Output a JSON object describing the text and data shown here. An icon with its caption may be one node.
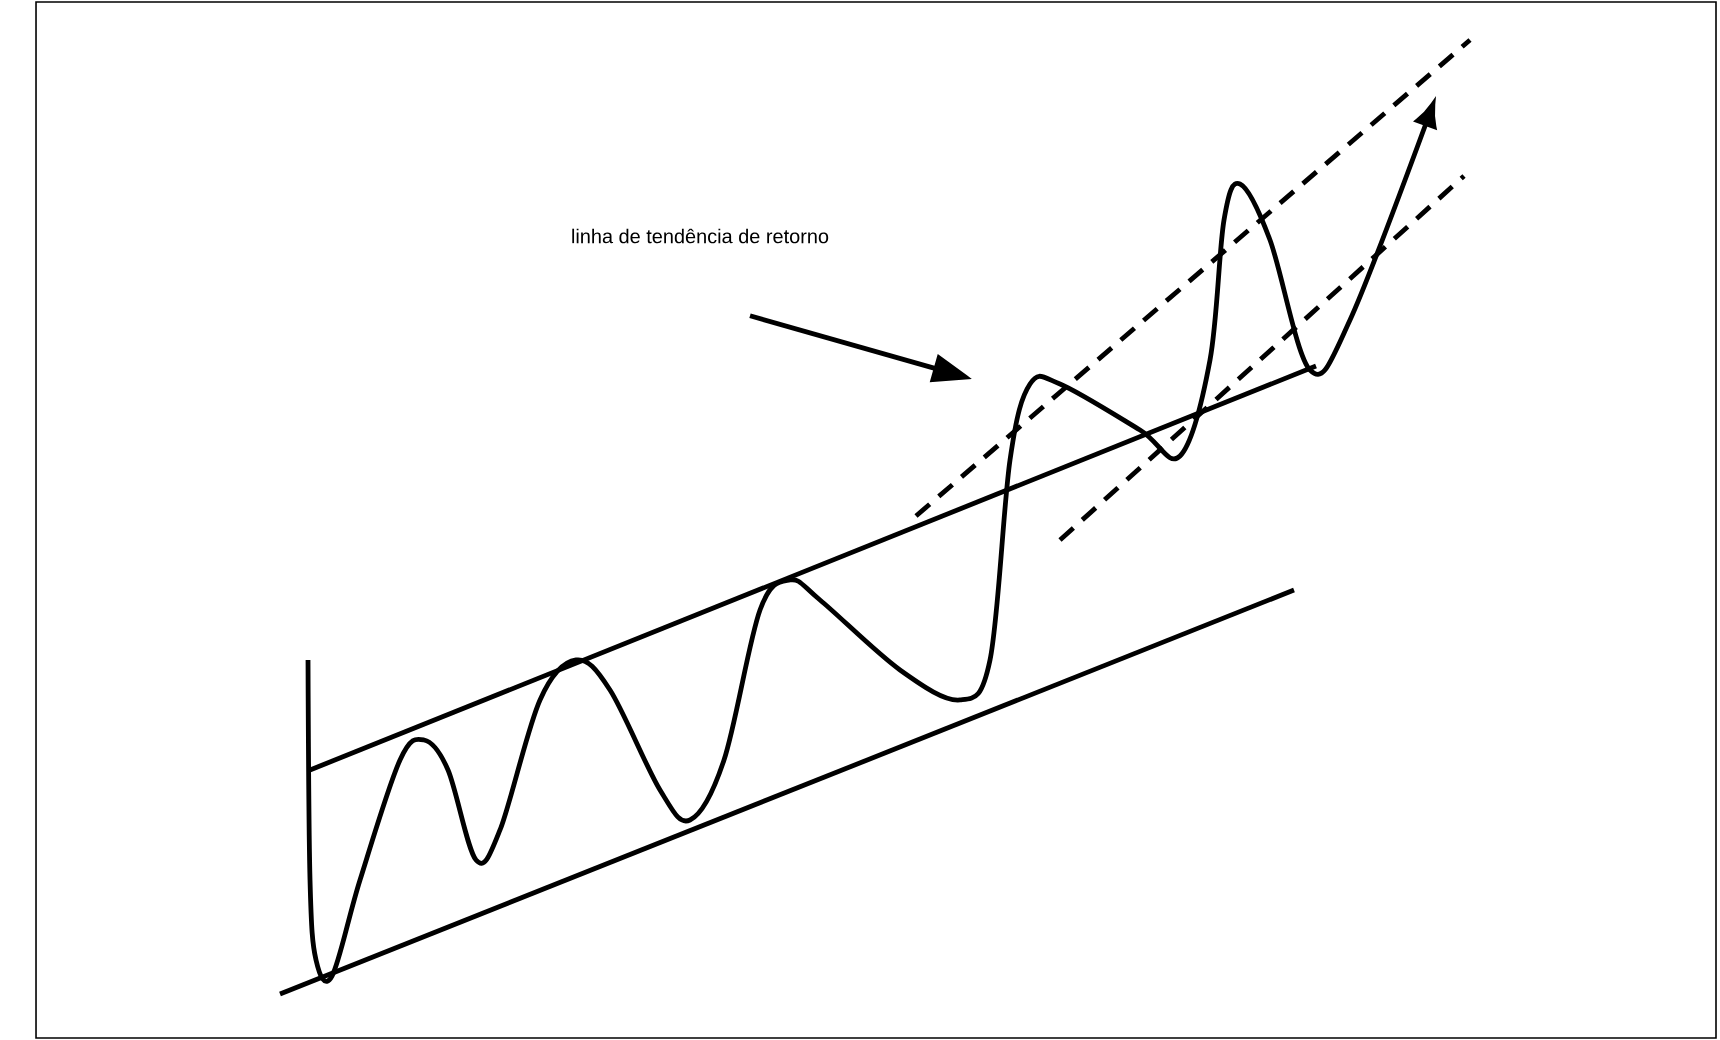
{
  "diagram": {
    "nodes": [
      {
        "text": [
          "linha de tendência de retorno"
        ]
      },
      {
        "text": [],
        "shape": "line"
      }
    ],
    "edges": [
      {
        "from": 0,
        "to": 1,
        "arrow": "to"
      }
    ]
  }
}
